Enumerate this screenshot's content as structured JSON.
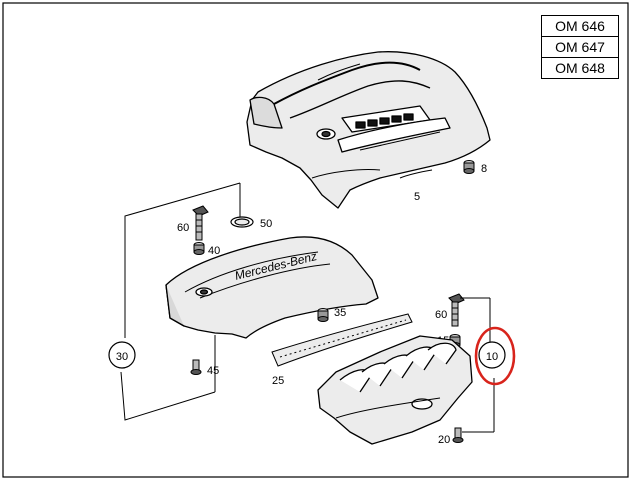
{
  "engine_models": [
    "OM 646",
    "OM 647",
    "OM 648"
  ],
  "callouts": {
    "p5": "5",
    "p8": "8",
    "p10": "10",
    "p15": "15",
    "p20": "20",
    "p25": "25",
    "p30": "30",
    "p35": "35",
    "p40": "40",
    "p45": "45",
    "p50": "50",
    "p60a": "60",
    "p60b": "60"
  },
  "cover_branding": "Mercedes-Benz",
  "colors": {
    "highlight": "#d8241c",
    "line": "#000000",
    "part_fill": "#ececec"
  }
}
